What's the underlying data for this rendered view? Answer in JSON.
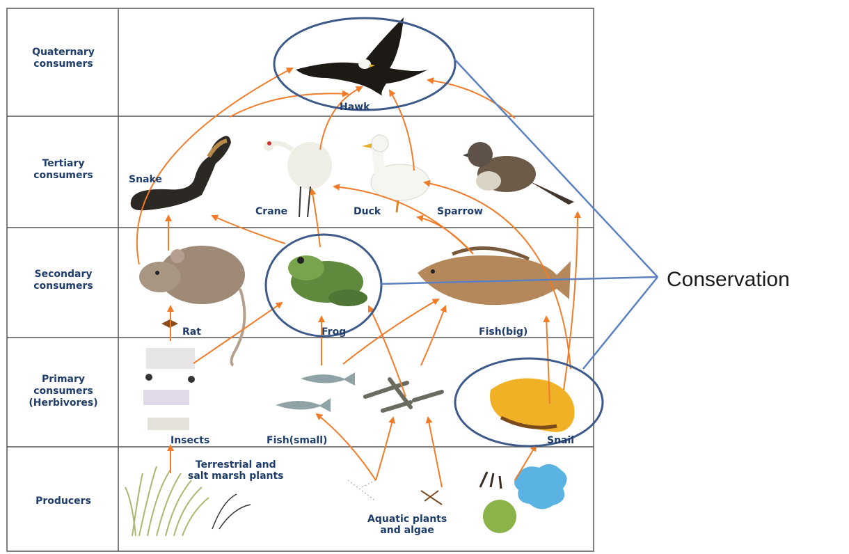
{
  "levels": {
    "quaternary": "Quaternary\nconsumers",
    "tertiary": "Tertiary\nconsumers",
    "secondary": "Secondary\nconsumers",
    "primary": "Primary\nconsumers\n(Herbivores)",
    "producers": "Producers"
  },
  "organisms": {
    "hawk": "Hawk",
    "snake": "Snake",
    "crane": "Crane",
    "duck": "Duck",
    "sparrow": "Sparrow",
    "rat": "Rat",
    "frog": "Frog",
    "fish_big": "Fish(big)",
    "insects": "Insects",
    "fish_small": "Fish(small)",
    "snail": "Snail",
    "terrestrial": "Terrestrial and\nsalt marsh plants",
    "aquatic": "Aquatic plants\nand algae"
  },
  "callout": "Conservation",
  "colors": {
    "arrow": "#f07c2a",
    "grid": "#555555",
    "highlight": "#3d5a8a",
    "connector": "#5b80bf",
    "label": "#1f3d6b"
  }
}
